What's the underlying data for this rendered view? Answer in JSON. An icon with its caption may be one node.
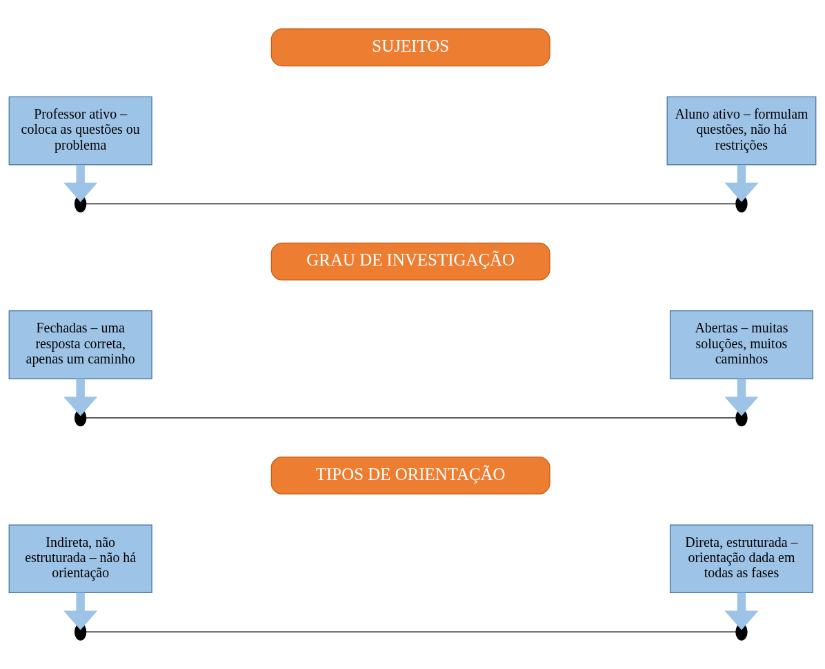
{
  "diagram": {
    "nodes": [
      {
        "text": [
          "SUJEITOS"
        ]
      },
      {
        "text": [
          "Professor ativo – coloca as questões ou problema"
        ]
      },
      {
        "text": [
          "Aluno ativo – formulam questões, não há restrições"
        ]
      },
      {
        "text": [],
        "shape": "circle"
      },
      {
        "text": [],
        "shape": "circle"
      },
      {
        "text": [
          "GRAU DE INVESTIGAÇÃO"
        ]
      },
      {
        "text": [
          "Fechadas – uma resposta correta, apenas um caminho"
        ]
      },
      {
        "text": [
          "Abertas – muitas soluções, muitos caminhos"
        ]
      },
      {
        "text": [],
        "shape": "circle"
      },
      {
        "text": [],
        "shape": "circle"
      },
      {
        "text": [
          "TIPOS DE ORIENTAÇÃO"
        ]
      },
      {
        "text": [
          "Indireta, não estruturada – não há orientação"
        ]
      },
      {
        "text": [
          "Direta, estruturada – orientação dada em todas as fases"
        ]
      },
      {
        "text": [],
        "shape": "circle"
      },
      {
        "text": [],
        "shape": "circle"
      }
    ],
    "edges": [
      {
        "from": 1,
        "to": 3,
        "arrow": "to"
      },
      {
        "from": 2,
        "to": 4,
        "arrow": "to"
      },
      {
        "from": 3,
        "to": 4,
        "arrow": "none",
        "color": "#000000"
      },
      {
        "from": 6,
        "to": 8,
        "arrow": "to"
      },
      {
        "from": 7,
        "to": 9,
        "arrow": "to"
      },
      {
        "from": 8,
        "to": 9,
        "arrow": "none",
        "color": "#000000"
      },
      {
        "from": 11,
        "to": 13,
        "arrow": "to"
      },
      {
        "from": 12,
        "to": 14,
        "arrow": "to"
      },
      {
        "from": 13,
        "to": 14,
        "arrow": "none",
        "color": "#000000"
      }
    ]
  }
}
